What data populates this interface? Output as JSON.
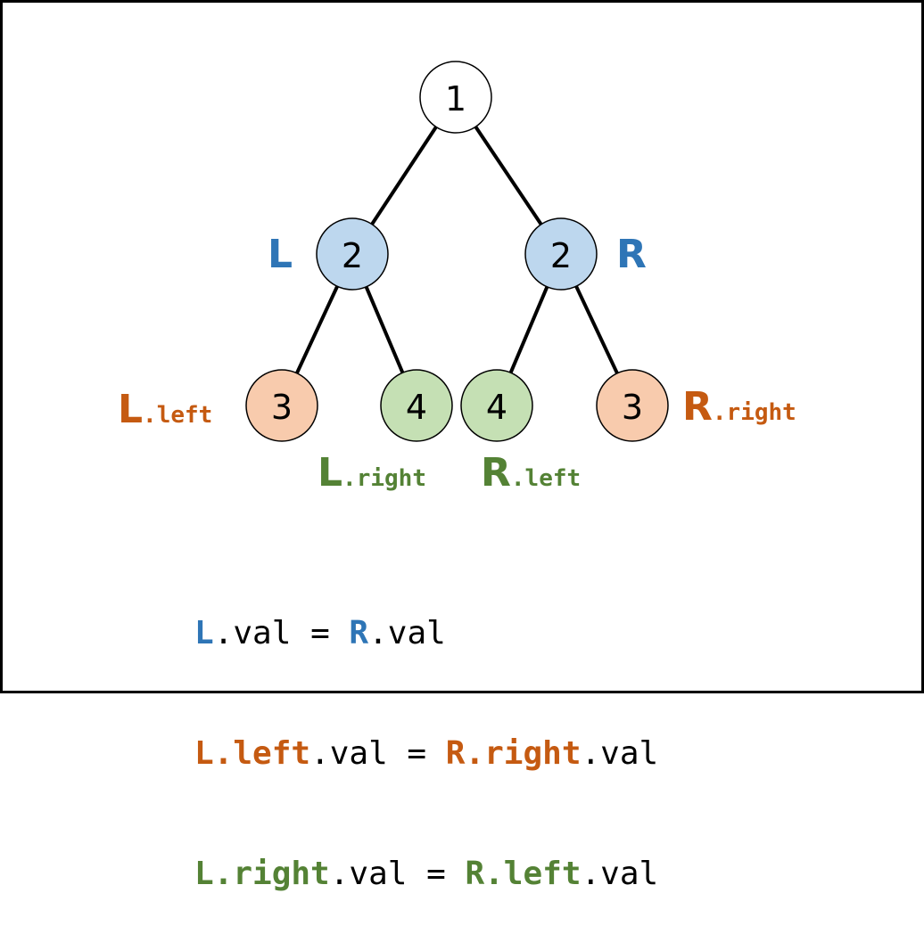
{
  "colors": {
    "blue": "#2e75b6",
    "orange": "#c55a11",
    "green": "#548235",
    "node_white": "#ffffff",
    "node_blue": "#bdd7ee",
    "node_orange": "#f8cbad",
    "node_green": "#c5e0b4",
    "stroke": "#000000"
  },
  "nodes": [
    {
      "id": "root",
      "value": "1",
      "fill": "white"
    },
    {
      "id": "L",
      "value": "2",
      "fill": "blue"
    },
    {
      "id": "R",
      "value": "2",
      "fill": "blue"
    },
    {
      "id": "L.left",
      "value": "3",
      "fill": "orange"
    },
    {
      "id": "L.right",
      "value": "4",
      "fill": "green"
    },
    {
      "id": "R.left",
      "value": "4",
      "fill": "green"
    },
    {
      "id": "R.right",
      "value": "3",
      "fill": "orange"
    }
  ],
  "edges": [
    [
      "root",
      "L"
    ],
    [
      "root",
      "R"
    ],
    [
      "L",
      "L.left"
    ],
    [
      "L",
      "L.right"
    ],
    [
      "R",
      "R.left"
    ],
    [
      "R",
      "R.right"
    ]
  ],
  "labels": {
    "L": {
      "main": "L",
      "suffix": ""
    },
    "R": {
      "main": "R",
      "suffix": ""
    },
    "L_left": {
      "main": "L",
      "suffix": ".left"
    },
    "L_right": {
      "main": "L",
      "suffix": ".right"
    },
    "R_left": {
      "main": "R",
      "suffix": ".left"
    },
    "R_right": {
      "main": "R",
      "suffix": ".right"
    }
  },
  "equations": [
    {
      "lhs": "L",
      "lhs_suffix": ".val",
      "op": " = ",
      "rhs": "R",
      "rhs_suffix": ".val"
    },
    {
      "lhs": "L.left",
      "lhs_suffix": ".val",
      "op": " = ",
      "rhs": "R.right",
      "rhs_suffix": ".val"
    },
    {
      "lhs": "L.right",
      "lhs_suffix": ".val",
      "op": " = ",
      "rhs": "R.left",
      "rhs_suffix": ".val"
    }
  ]
}
